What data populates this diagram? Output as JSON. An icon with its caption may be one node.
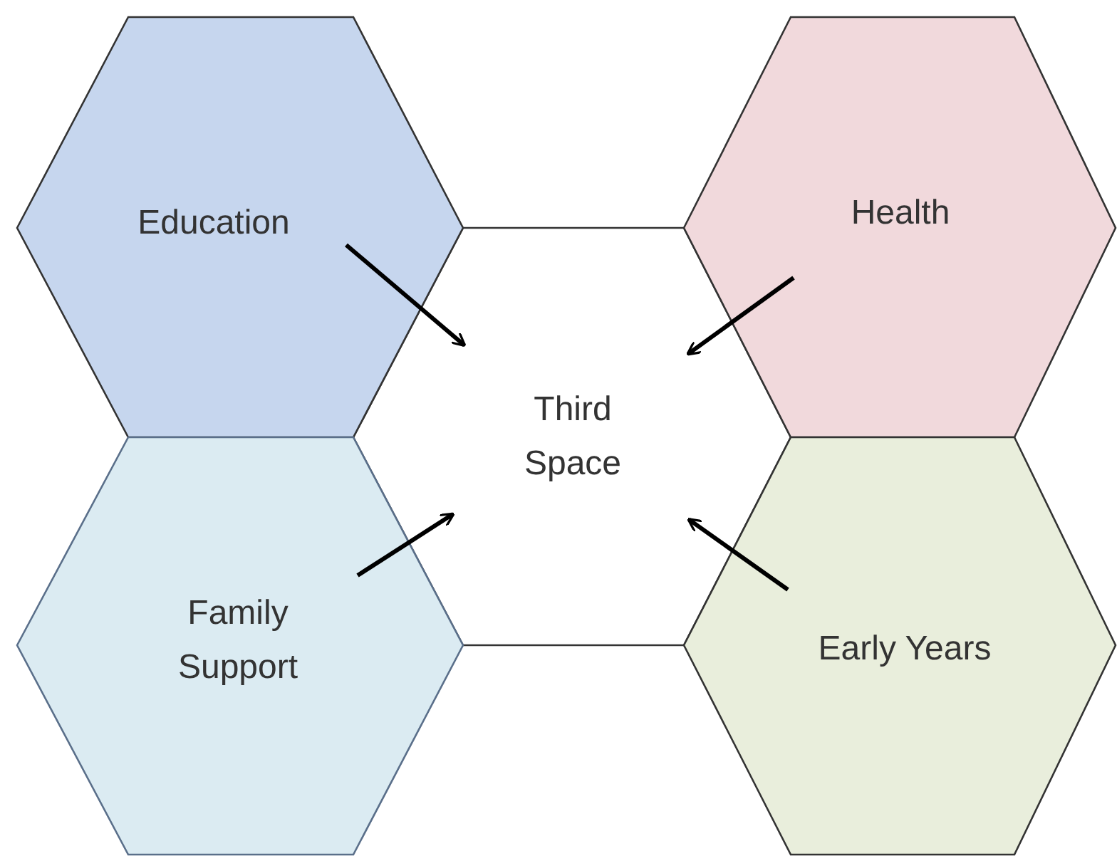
{
  "diagram": {
    "nodes": [
      {
        "text": [
          "Education"
        ]
      },
      {
        "text": [
          "Health"
        ]
      },
      {
        "text": [
          "Third Space"
        ]
      },
      {
        "text": [
          "Family Support"
        ]
      },
      {
        "text": [
          "Early Years"
        ]
      }
    ],
    "edges": [
      {
        "from": 0,
        "to": 2,
        "arrow": "to"
      },
      {
        "from": 1,
        "to": 2,
        "arrow": "to"
      },
      {
        "from": 3,
        "to": 2,
        "arrow": "to"
      },
      {
        "from": 4,
        "to": 2,
        "arrow": "to"
      }
    ]
  }
}
